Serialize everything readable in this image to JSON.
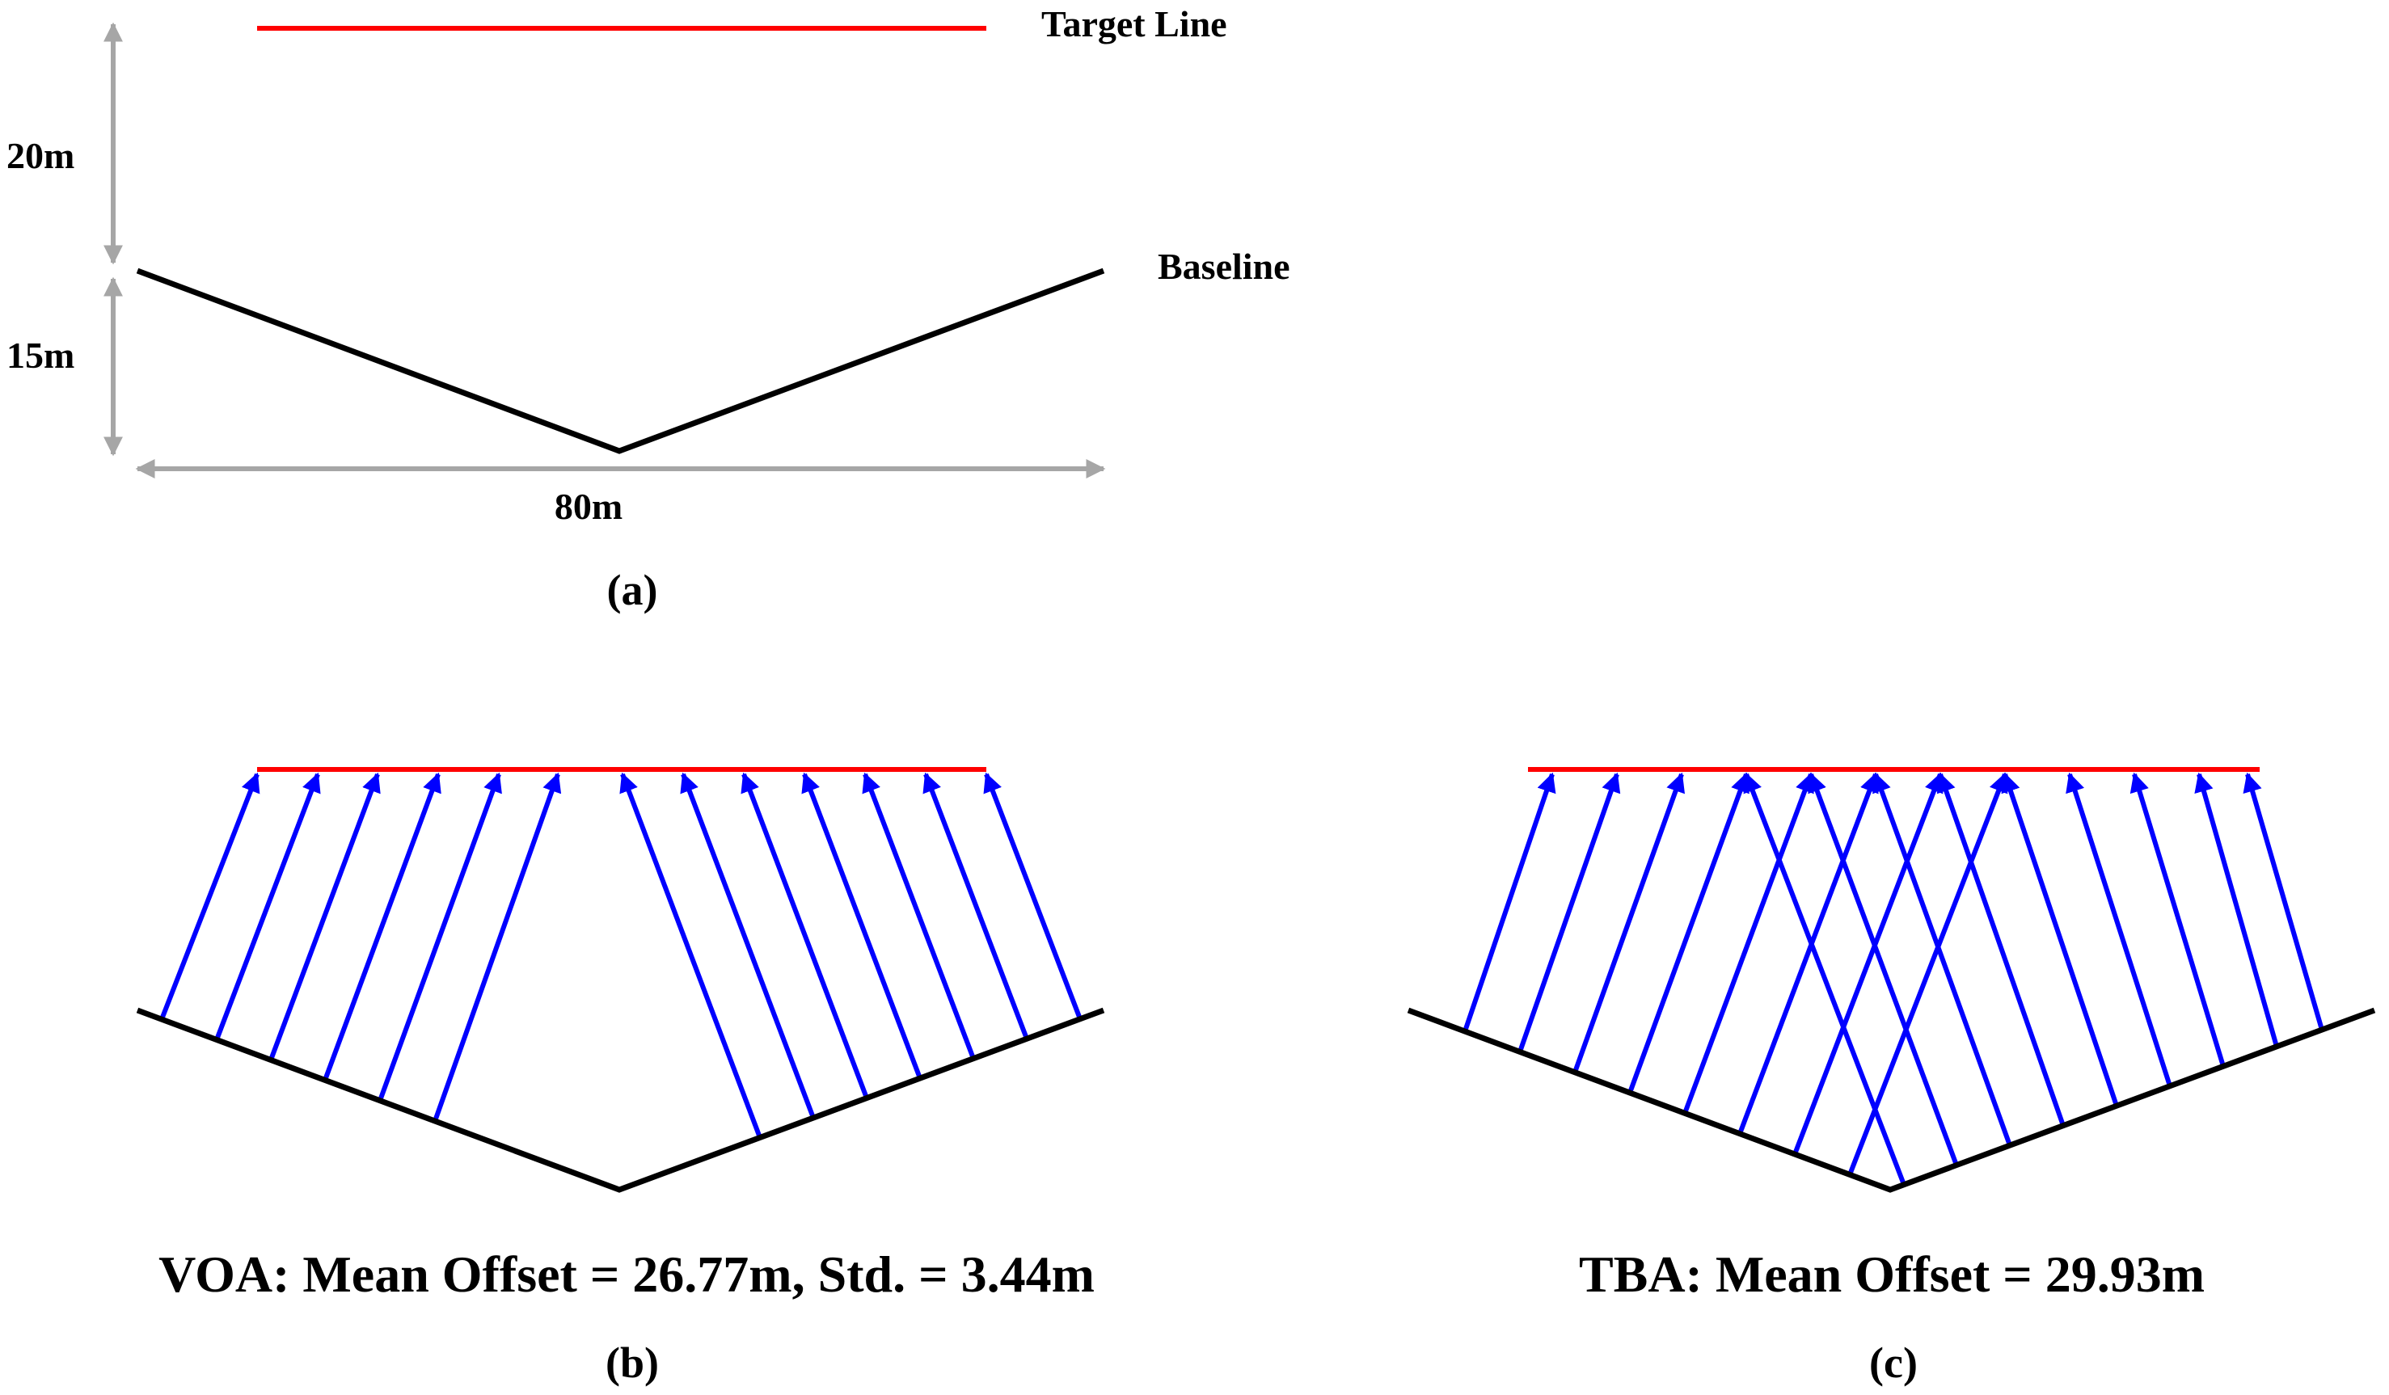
{
  "panel_a": {
    "target_label": "Target Line",
    "baseline_label": "Baseline",
    "height_label_top": "20m",
    "height_label_bottom": "15m",
    "width_label": "80m",
    "caption": "(a)"
  },
  "panel_b": {
    "caption_text": "VOA: Mean Offset = 26.77m, Std. = 3.44m",
    "caption": "(b)"
  },
  "panel_c": {
    "caption_text": "TBA: Mean Offset = 29.93m",
    "caption": "(c)"
  },
  "colors": {
    "target": "#ff0000",
    "baseline": "#000000",
    "ray": "#0000ff",
    "dimension": "#a6a6a6"
  }
}
